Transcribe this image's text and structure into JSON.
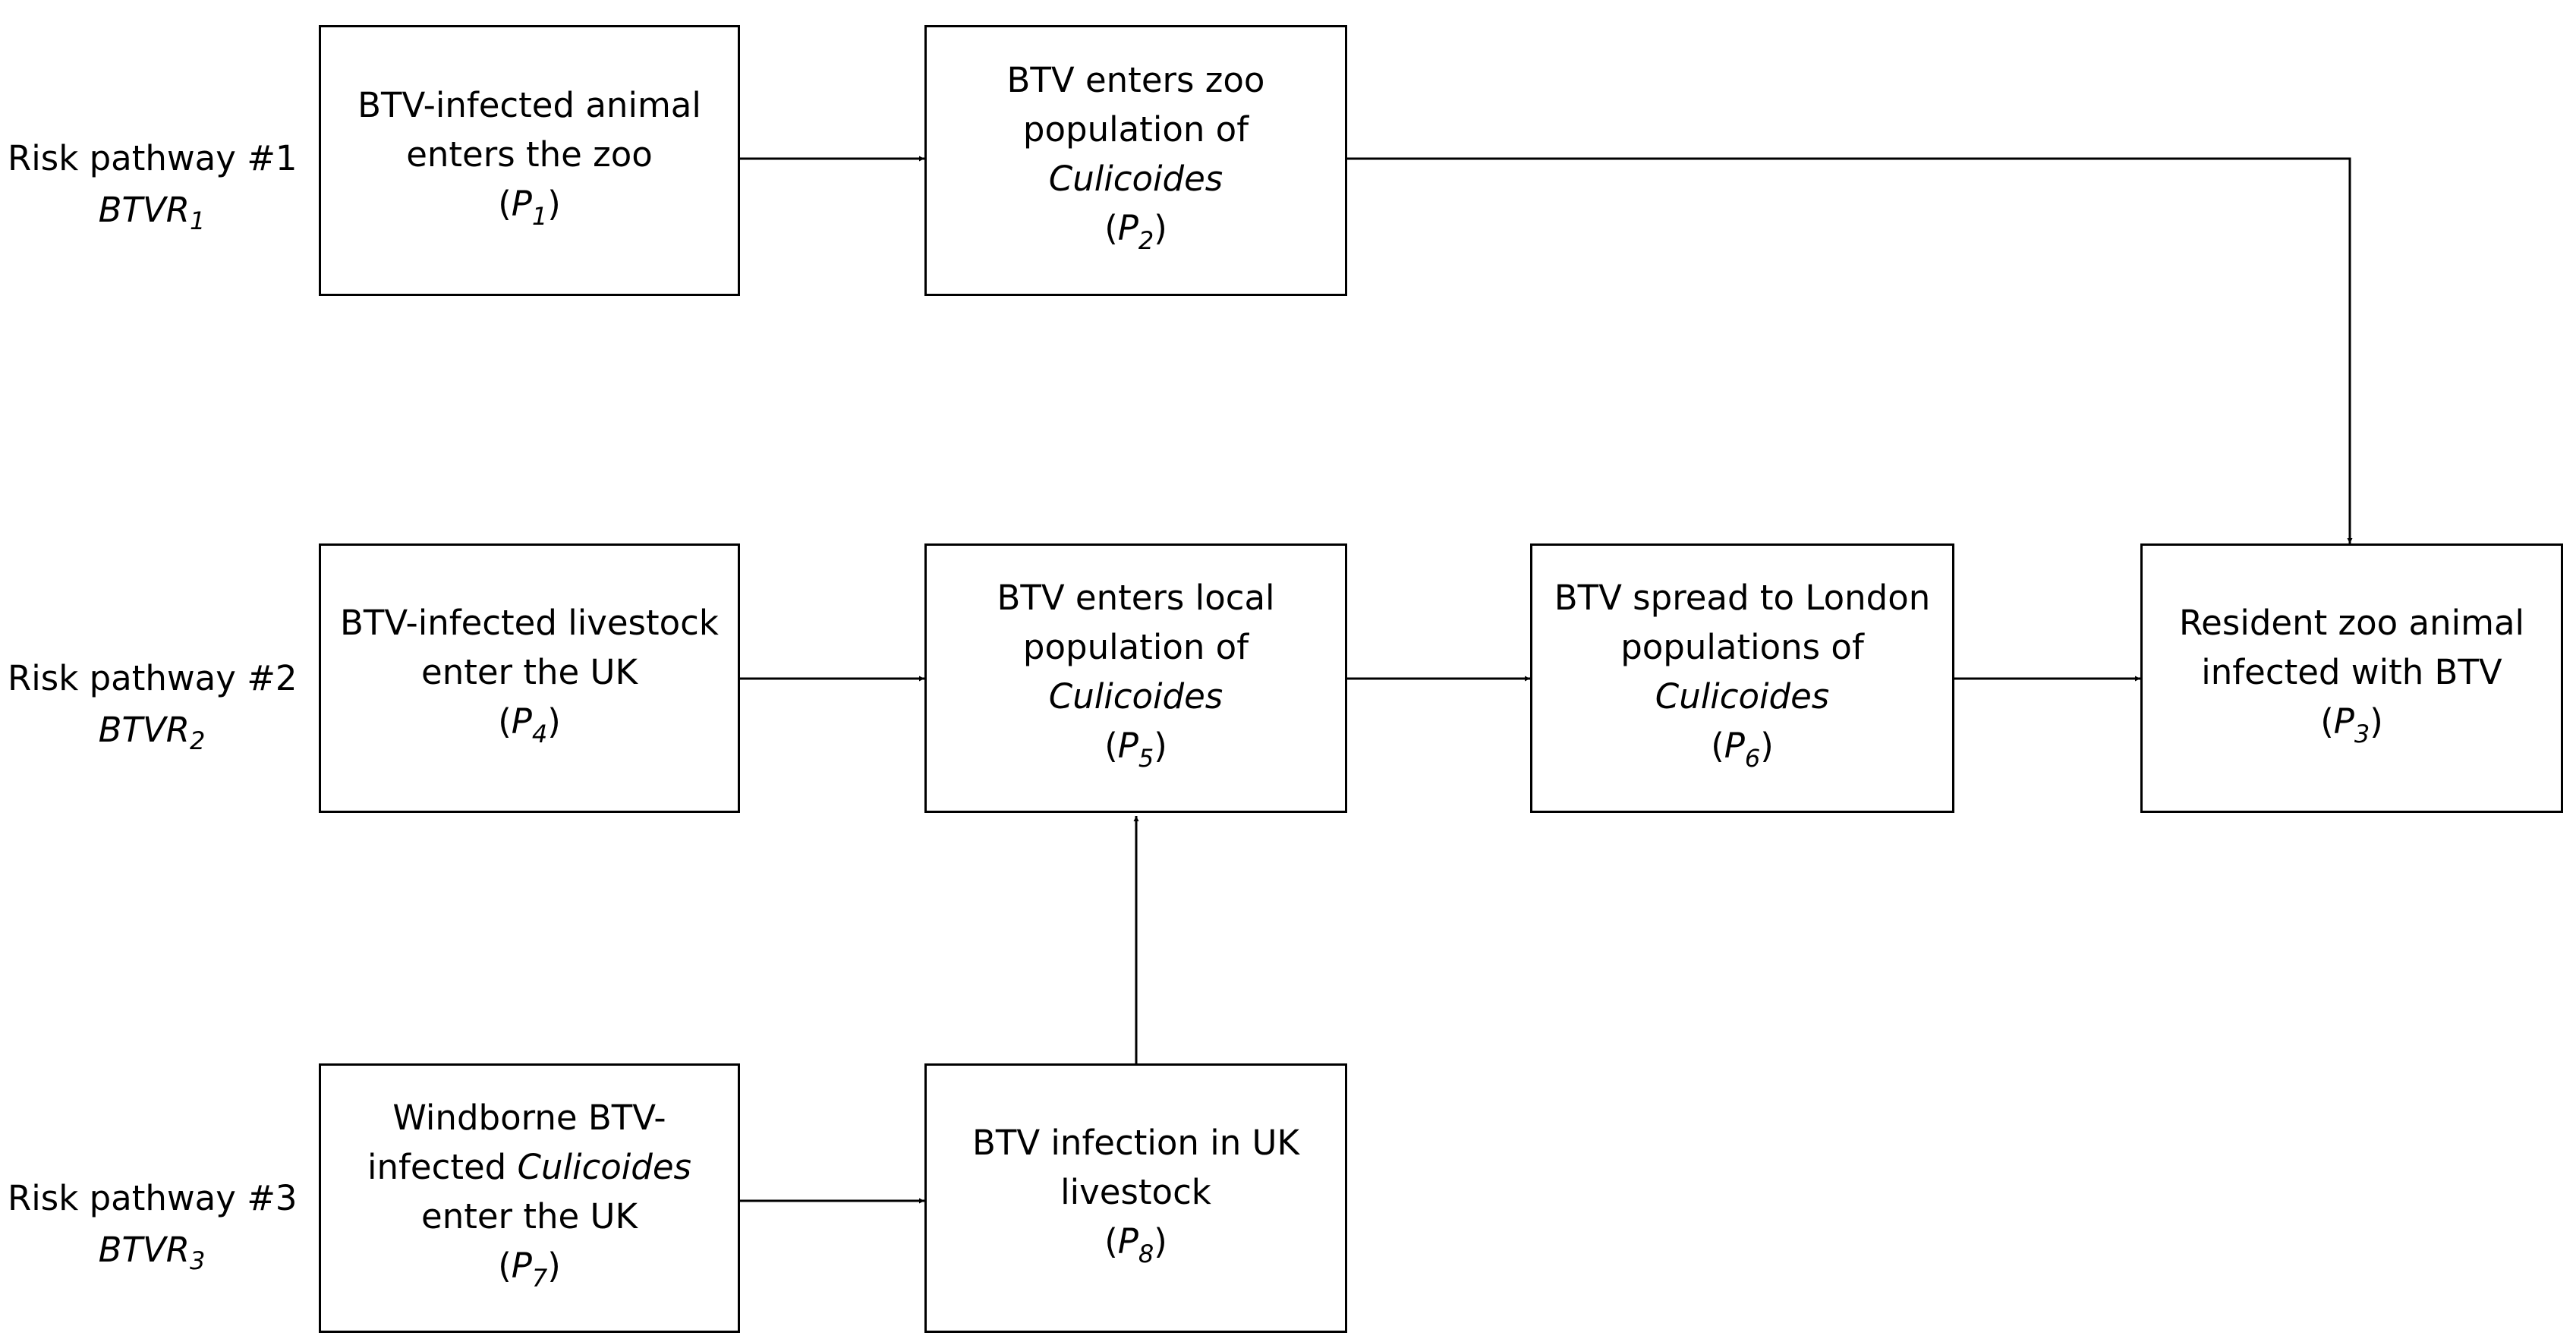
{
  "diagram": {
    "pathways": [
      {
        "label": "Risk pathway #1",
        "code": "BTVR",
        "code_sub": "1"
      },
      {
        "label": "Risk pathway #2",
        "code": "BTVR",
        "code_sub": "2"
      },
      {
        "label": "Risk pathway #3",
        "code": "BTVR",
        "code_sub": "3"
      }
    ],
    "nodes": {
      "p1": {
        "line1": "BTV-infected animal",
        "line2": "enters the zoo",
        "sym": "P",
        "sub": "1"
      },
      "p2": {
        "line1": "BTV enters zoo",
        "line2": "population of",
        "line3": "Culicoides",
        "sym": "P",
        "sub": "2"
      },
      "p4": {
        "line1": "BTV-infected livestock",
        "line2": "enter the UK",
        "sym": "P",
        "sub": "4"
      },
      "p5": {
        "line1": "BTV enters local",
        "line2": "population of",
        "line3": "Culicoides",
        "sym": "P",
        "sub": "5"
      },
      "p6": {
        "line1": "BTV spread to London",
        "line2": "populations of",
        "line3": "Culicoides",
        "sym": "P",
        "sub": "6"
      },
      "p3": {
        "line1": "Resident zoo animal",
        "line2": "infected with BTV",
        "sym": "P",
        "sub": "3"
      },
      "p7": {
        "line1": "Windborne BTV-",
        "line2a": "infected ",
        "line2b": "Culicoides",
        "line3": "enter the UK",
        "sym": "P",
        "sub": "7"
      },
      "p8": {
        "line1": "BTV infection in UK",
        "line2": "livestock",
        "sym": "P",
        "sub": "8"
      }
    },
    "colors": {
      "stroke": "#000000",
      "background": "#ffffff"
    }
  }
}
